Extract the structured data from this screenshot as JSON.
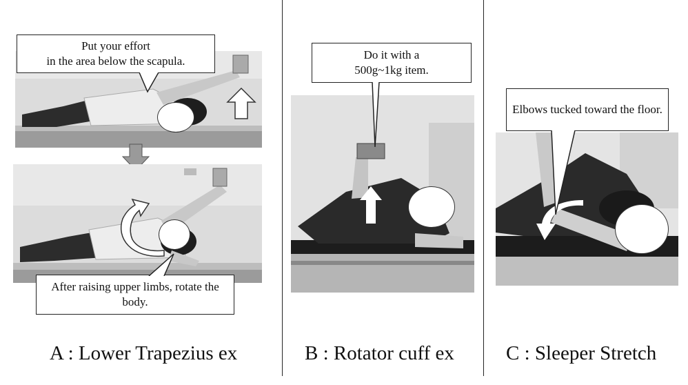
{
  "panels": {
    "a": {
      "callout_top_line1": "Put your effort",
      "callout_top_line2": "in the area below the scapula.",
      "callout_bottom": "After raising upper limbs, rotate the body.",
      "caption": "A : Lower Trapezius ex"
    },
    "b": {
      "callout_line1": "Do it with a",
      "callout_line2": "500g~1kg item.",
      "caption": "B : Rotator cuff ex"
    },
    "c": {
      "callout": "Elbows tucked toward the floor.",
      "caption": "C : Sleeper Stretch"
    }
  },
  "colors": {
    "line": "#222222",
    "photo_bg": "#d9d9d9",
    "bed": "#8a8a8a",
    "shirt_dark": "#2a2a2a",
    "shirt_light": "#e6e6e6",
    "arrow_fill": "#ffffff",
    "arrow_gray": "#9a9a9a"
  }
}
